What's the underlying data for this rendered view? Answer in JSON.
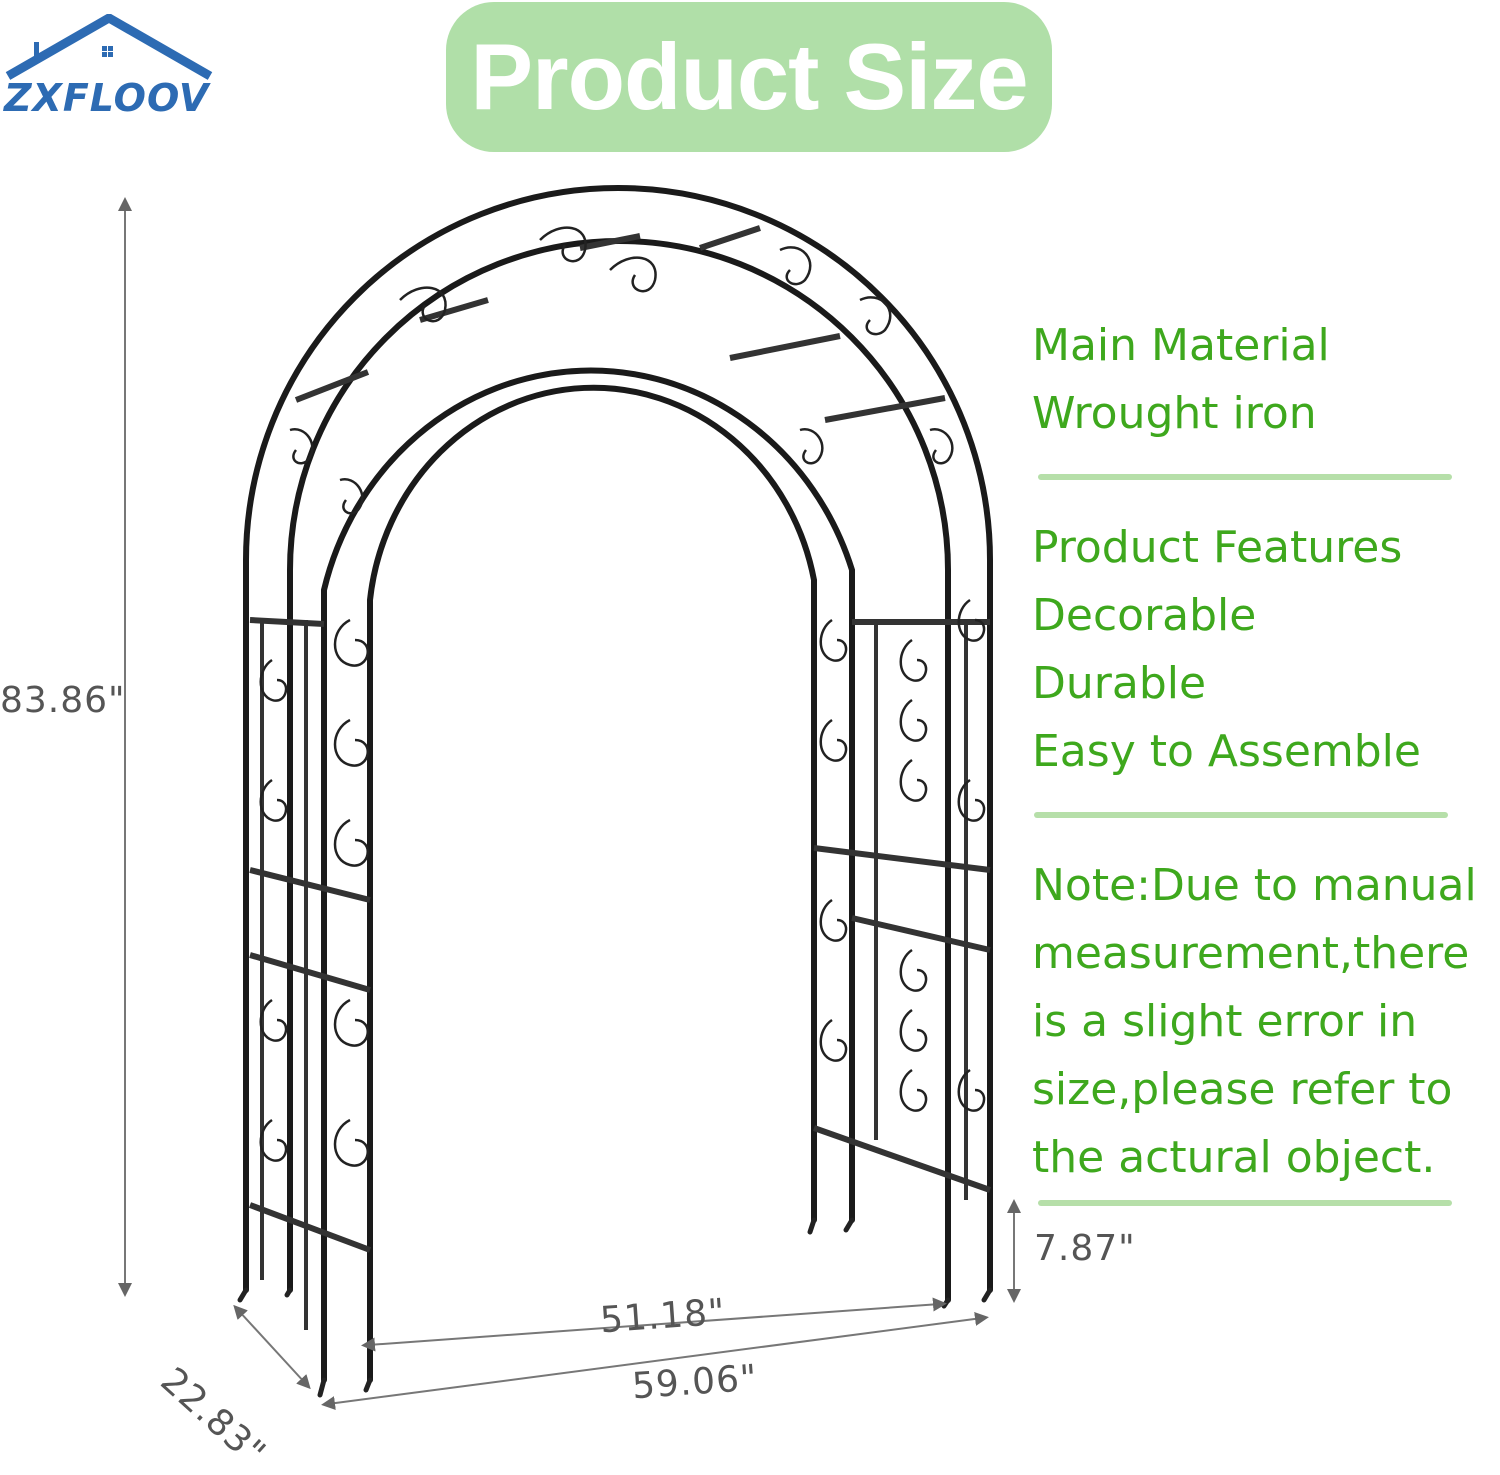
{
  "brand": {
    "logo_text": "ZXFLOOV",
    "brand_color": "#2d6bb3"
  },
  "header": {
    "title": "Product Size",
    "pill_color": "#b0dfa8"
  },
  "dimensions": {
    "height": "83.86\"",
    "depth": "22.83\"",
    "inner_width": "51.18\"",
    "outer_width": "59.06\"",
    "stake_length": "7.87\""
  },
  "info": {
    "text_color": "#3ea81d",
    "material": {
      "heading": "Main Material",
      "value": "Wrought iron"
    },
    "features": {
      "heading": "Product Features",
      "items": [
        "Decorable",
        "Durable",
        "Easy to Assemble"
      ]
    },
    "note": {
      "lines": [
        "Note:Due to manual",
        "measurement,there",
        "is a slight error in",
        "size,please refer to",
        "the actural object."
      ]
    }
  }
}
